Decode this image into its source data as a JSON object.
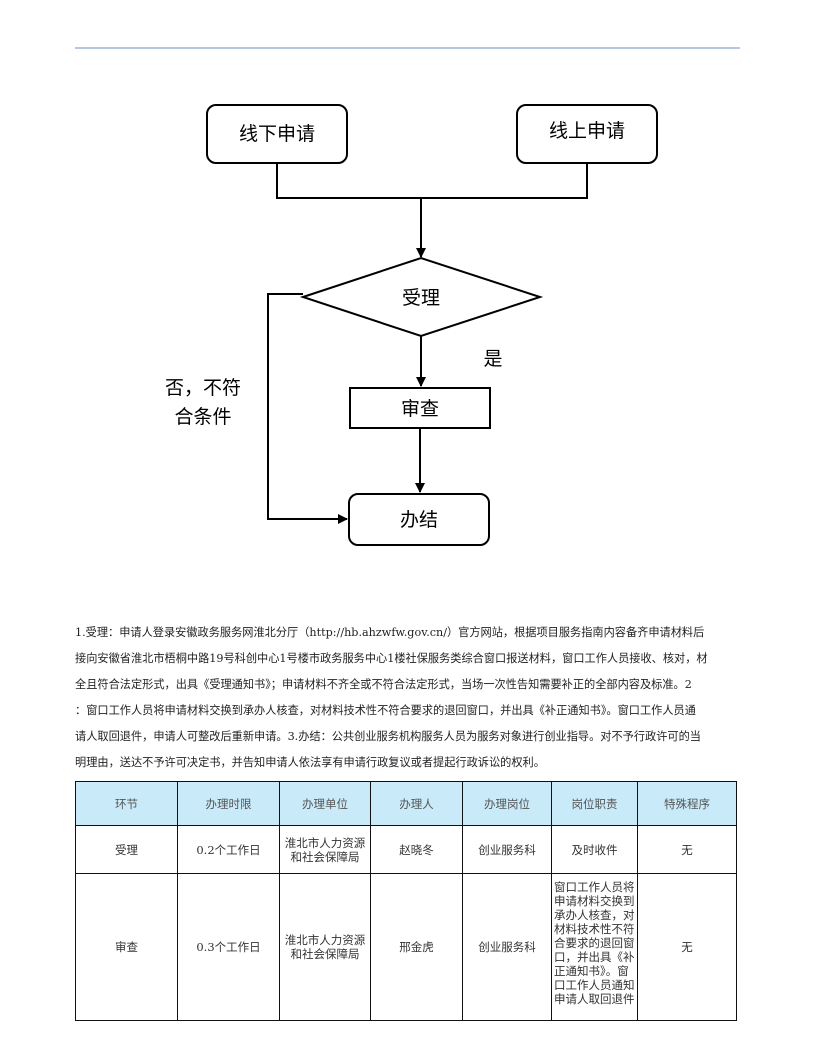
{
  "flowchart": {
    "offline_apply": "线下申请",
    "online_apply": "线上申请",
    "accept": "受理",
    "yes_label": "是",
    "no_label_line1": "否，不符",
    "no_label_line2": "合条件",
    "review": "审查",
    "complete": "办结"
  },
  "paragraph": [
    "1.受理：申请人登录安徽政务服务网淮北分厅（http://hb.ahzwfw.gov.cn/）官方网站，根据项目服务指南内容备齐申请材料后",
    "接向安徽省淮北市梧桐中路19号科创中心1号楼市政务服务中心1楼社保服务类综合窗口报送材料，窗口工作人员接收、核对，材",
    "全且符合法定形式，出具《受理通知书》；申请材料不齐全或不符合法定形式，当场一次性告知需要补正的全部内容及标准。2",
    "：窗口工作人员将申请材料交换到承办人核查，对材料技术性不符合要求的退回窗口，并出具《补正通知书》。窗口工作人员通",
    "请人取回退件，申请人可整改后重新申请。3.办结：公共创业服务机构服务人员为服务对象进行创业指导。对不予行政许可的当",
    "明理由，送达不予许可决定书，并告知申请人依法享有申请行政复议或者提起行政诉讼的权利。"
  ],
  "table": {
    "headers": [
      "环节",
      "办理时限",
      "办理单位",
      "办理人",
      "办理岗位",
      "岗位职责",
      "特殊程序"
    ],
    "rows": [
      [
        "受理",
        "0.2个工作日",
        "淮北市人力资源和社会保障局",
        "赵晓冬",
        "创业服务科",
        "及时收件",
        "无"
      ],
      [
        "审查",
        "0.3个工作日",
        "淮北市人力资源和社会保障局",
        "邢金虎",
        "创业服务科",
        "窗口工作人员将申请材料交换到承办人核查，对材料技术性不符合要求的退回窗口，并出具《补正通知书》。窗口工作人员通知申请人取回退件",
        "无"
      ]
    ]
  }
}
